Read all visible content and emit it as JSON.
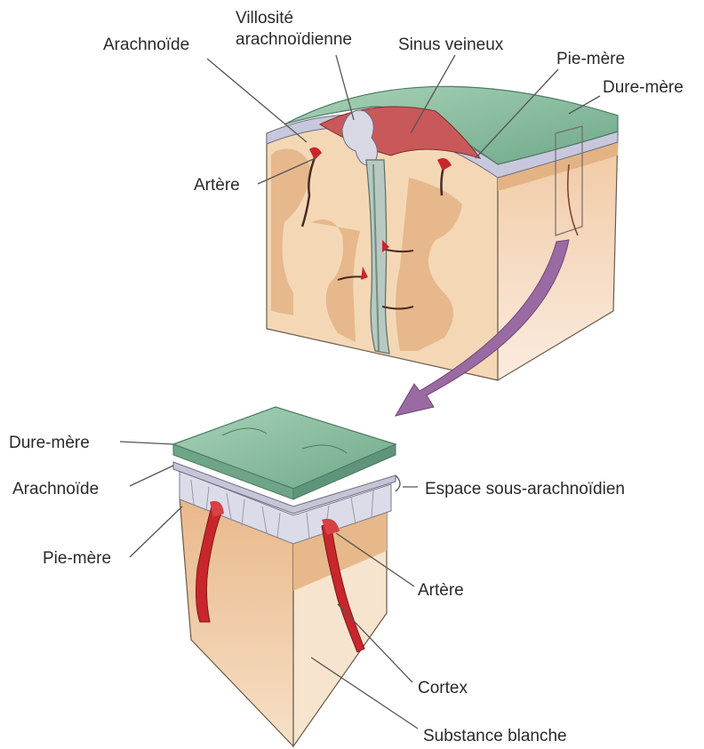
{
  "labels": {
    "top_arachnoide": "Arachnoïde",
    "villosite_line1": "Villosité",
    "villosite_line2": "arachnoïdienne",
    "sinus": "Sinus veineux",
    "top_pie_mere": "Pie-mère",
    "top_dure_mere": "Dure-mère",
    "top_artere": "Artère",
    "bot_dure_mere": "Dure-mère",
    "bot_arachnoide": "Arachnoïde",
    "espace": "Espace sous-arachnoïdien",
    "bot_pie_mere": "Pie-mère",
    "bot_artere": "Artère",
    "cortex": "Cortex",
    "substance": "Substance blanche"
  },
  "colors": {
    "dura": "#7fb89a",
    "arachnoid": "#c9c9d8",
    "sinus": "#c9585a",
    "cortex": "#e7b98a",
    "white_matter": "#f6dcc0",
    "artery": "#c8262b",
    "arrow": "#9a6aa3"
  }
}
